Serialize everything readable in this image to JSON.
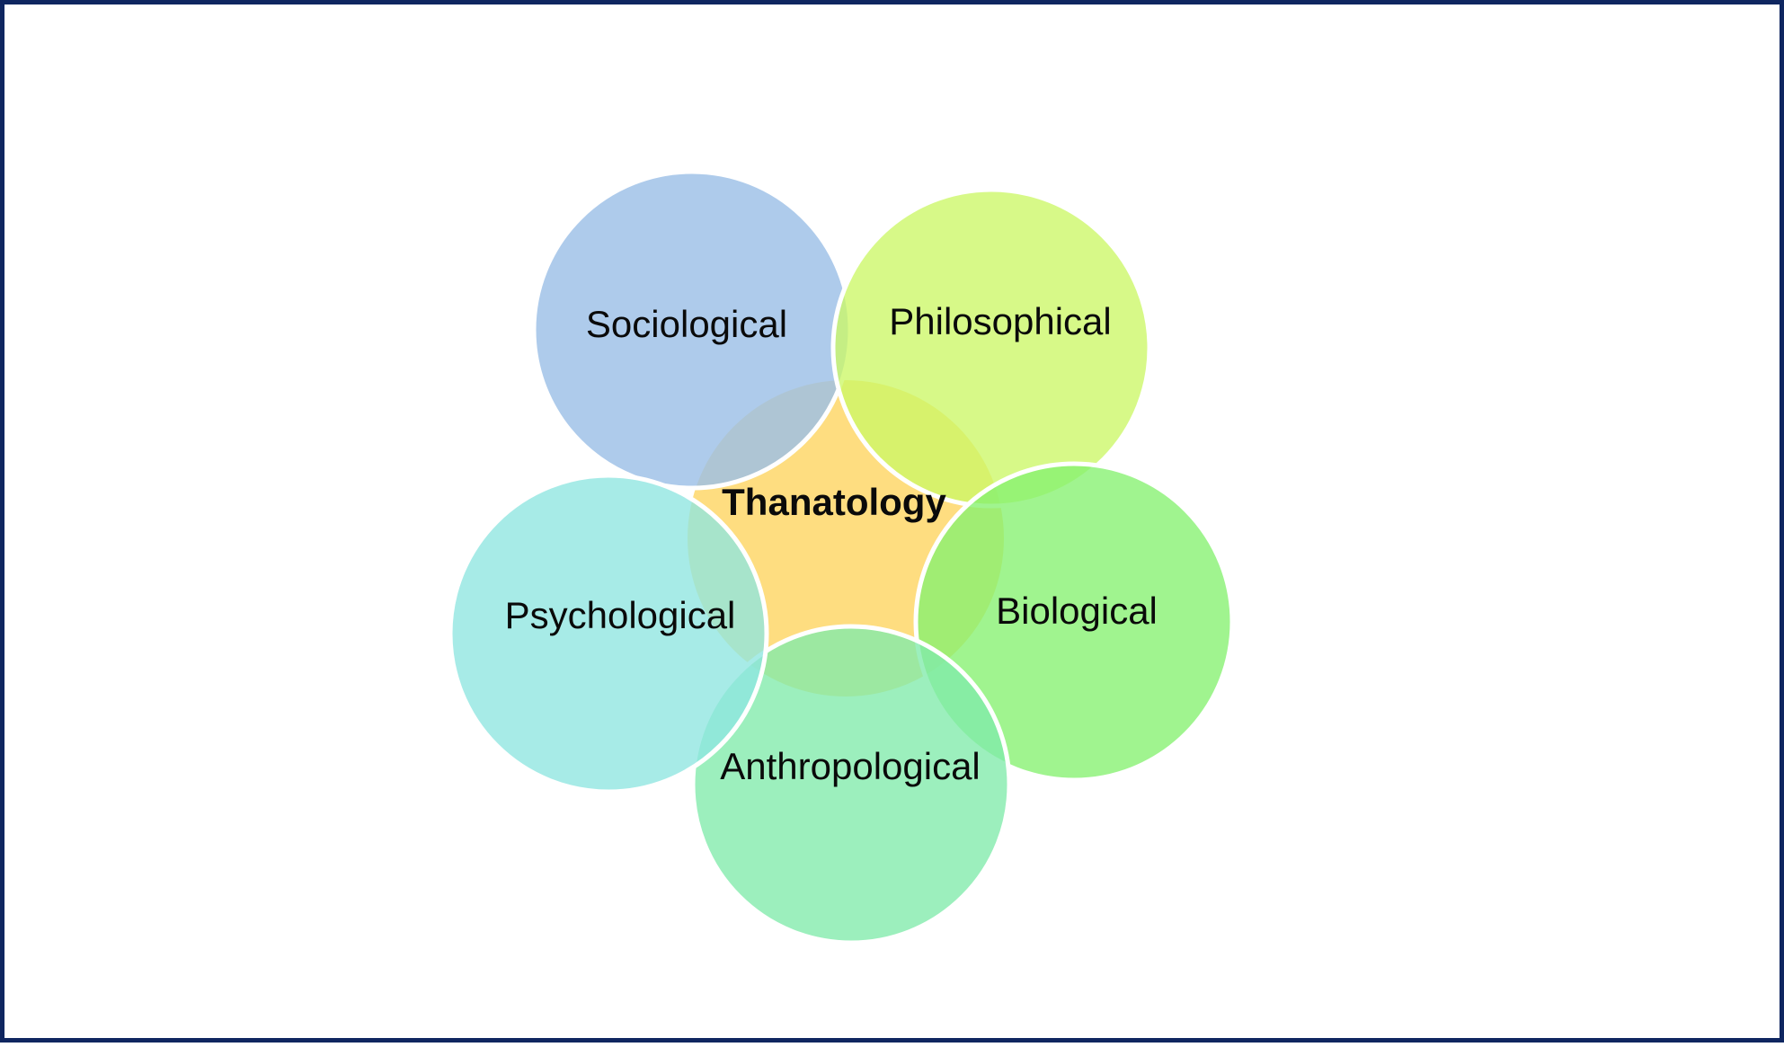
{
  "diagram": {
    "center": {
      "label": "Thanatology",
      "color": "#fedd80"
    },
    "petals": [
      {
        "id": "sociological",
        "label": "Sociological",
        "color": "#9cc0e6"
      },
      {
        "id": "philosophical",
        "label": "Philosophical",
        "color": "#ccf766"
      },
      {
        "id": "biological",
        "label": "Biological",
        "color": "#85f170"
      },
      {
        "id": "anthropological",
        "label": "Anthropological",
        "color": "#80ebaa"
      },
      {
        "id": "psychological",
        "label": "Psychological",
        "color": "#8ee6e0"
      }
    ],
    "outline_color": "#ffffff",
    "frame_color": "#0f2660"
  }
}
